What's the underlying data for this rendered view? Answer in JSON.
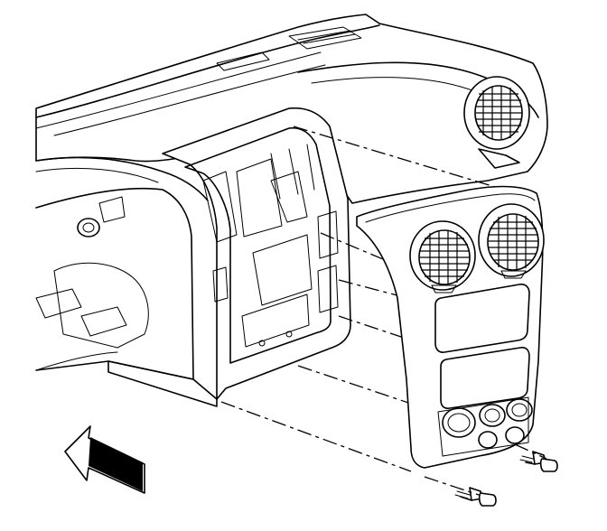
{
  "figure": {
    "components": [
      {
        "name": "instrument-panel"
      },
      {
        "name": "center-trim-bezel"
      },
      {
        "name": "left-side-air-outlet"
      },
      {
        "name": "center-air-outlet-left"
      },
      {
        "name": "center-air-outlet-right"
      },
      {
        "name": "mounting-screw-upper"
      },
      {
        "name": "mounting-screw-lower"
      },
      {
        "name": "vehicle-front-direction-arrow"
      }
    ],
    "colors": {
      "line": "#000000",
      "background": "#ffffff"
    }
  }
}
